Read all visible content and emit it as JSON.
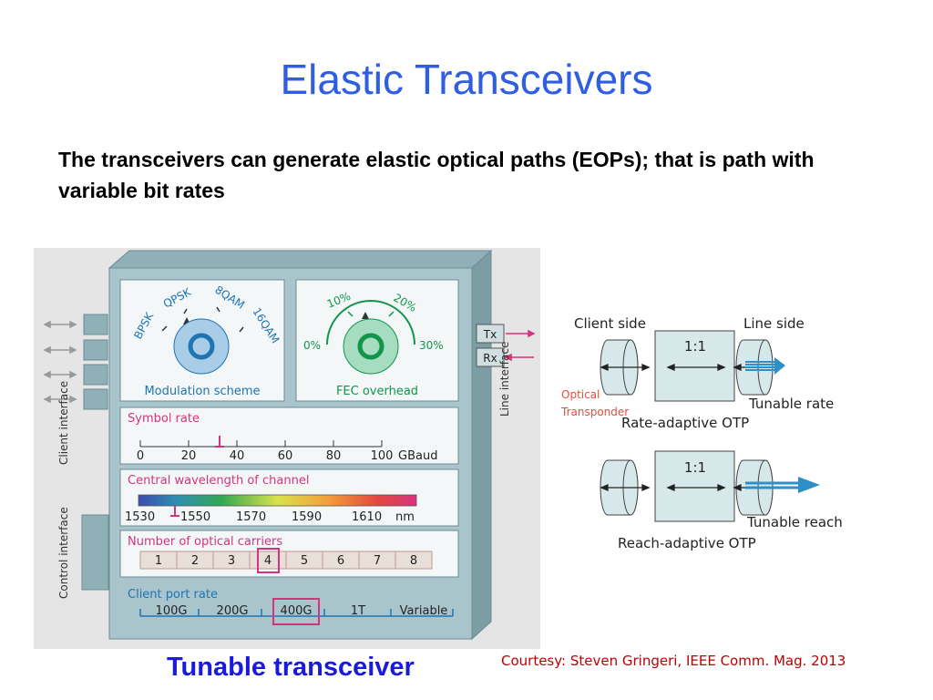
{
  "slide": {
    "title": "Elastic Transceivers",
    "body": "The transceivers can generate elastic optical paths (EOPs); that is path with variable bit rates",
    "caption": "Tunable transceiver",
    "courtesy": "Courtesy: Steven Gringeri, IEEE Comm. Mag. 2013"
  },
  "transceiver": {
    "client_interface": "Client interface",
    "control_interface": "Control interface",
    "line_interface": "Line interface",
    "tx": "Tx",
    "rx": "Rx",
    "modulation": {
      "options": [
        "BPSK",
        "QPSK",
        "8QAM",
        "16QAM"
      ],
      "label": "Modulation scheme"
    },
    "fec": {
      "ticks": [
        "0%",
        "10%",
        "20%",
        "30%"
      ],
      "label": "FEC overhead"
    },
    "symbol_rate": {
      "label": "Symbol rate",
      "ticks": [
        "0",
        "20",
        "40",
        "60",
        "80",
        "100"
      ],
      "unit": "GBaud"
    },
    "wavelength": {
      "label": "Central wavelength of channel",
      "ticks": [
        "1530",
        "1550",
        "1570",
        "1590",
        "1610"
      ],
      "unit": "nm"
    },
    "carriers": {
      "label": "Number of optical carriers",
      "options": [
        "1",
        "2",
        "3",
        "4",
        "5",
        "6",
        "7",
        "8"
      ],
      "selected": "4"
    },
    "client_port": {
      "label": "Client port rate",
      "options": [
        "100G",
        "200G",
        "400G",
        "1T",
        "Variable"
      ],
      "selected": "400G"
    }
  },
  "otp": {
    "client_side": "Client side",
    "line_side": "Line side",
    "ratio_top": "1:1",
    "ratio_bottom": "1:1",
    "tunable_rate": "Tunable rate",
    "optical": "Optical",
    "transponder": "Transponder",
    "rate_adaptive": "Rate-adaptive OTP",
    "tunable_reach": "Tunable reach",
    "reach_adaptive": "Reach-adaptive OTP"
  },
  "colors": {
    "title": "#2f5fe0",
    "panel_face": "#a9c5cb",
    "dial_blue": "#1f74b4",
    "dial_green": "#11954a",
    "highlight": "#d6337e",
    "arrow_blue": "#2d8fc6"
  }
}
